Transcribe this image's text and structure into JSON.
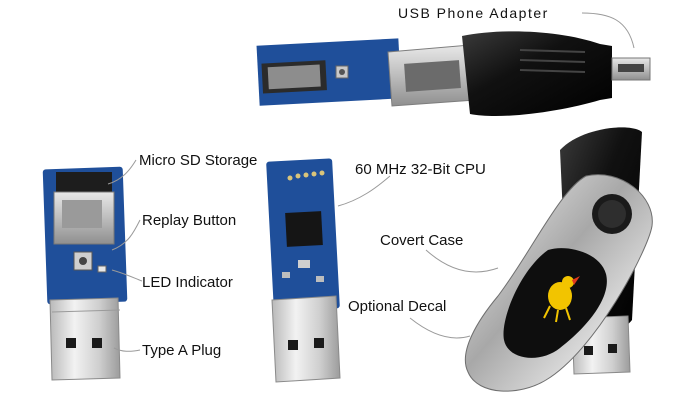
{
  "labels": {
    "usb_phone_adapter": "USB Phone Adapter",
    "micro_sd_storage": "Micro SD Storage",
    "replay_button": "Replay Button",
    "led_indicator": "LED Indicator",
    "type_a_plug": "Type A Plug",
    "cpu": "60 MHz 32-Bit CPU",
    "covert_case": "Covert Case",
    "optional_decal": "Optional Decal"
  },
  "colors": {
    "pcb": "#1f4f9a",
    "pcb_dark": "#173a73",
    "metal": "#d9d9d9",
    "black_case": "#1a1a1a",
    "decal": "#f2c400",
    "leader_line": "#9a9a9a"
  }
}
